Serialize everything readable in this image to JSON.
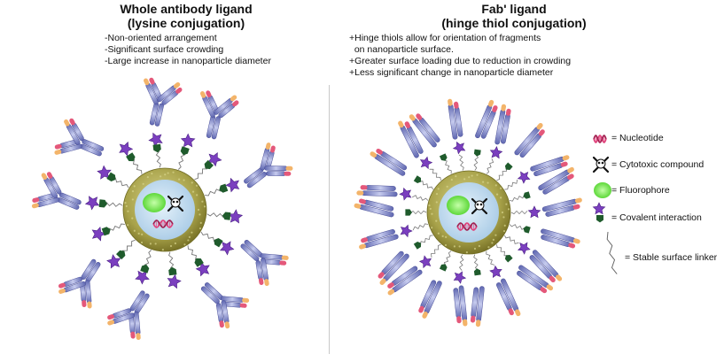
{
  "left_panel": {
    "title_line1": "Whole antibody ligand",
    "title_line2": "(lysine conjugation)",
    "bullets": [
      "-Non-oriented arrangement",
      "-Significant surface crowding",
      "-Large increase in nanoparticle diameter"
    ]
  },
  "right_panel": {
    "title_line1": "Fab' ligand",
    "title_line2": "(hinge thiol conjugation)",
    "bullets": [
      "+Hinge thiols allow for orientation of fragments",
      "  on nanoparticle surface.",
      "+Greater surface loading due to reduction in crowding",
      "+Less significant change in nanoparticle diameter"
    ]
  },
  "legend": [
    {
      "icon": "dna-icon",
      "label": "= Nucleotide"
    },
    {
      "icon": "skull-icon",
      "label": "= Cytotoxic compound"
    },
    {
      "icon": "fluorophore-icon",
      "label": "= Fluorophore"
    },
    {
      "icon": "pentagon-star-icon",
      "label": "= Covalent interaction"
    },
    {
      "icon": "linker-icon",
      "label": "= Stable surface linker"
    }
  ],
  "colors": {
    "shell": "#a8a24a",
    "core": "#c7dff0",
    "fluorophore": "#7ee35a",
    "star": "#7b3fbf",
    "linkage": "#1f5b2c",
    "antibody": "#7f86c4",
    "light_chain_tip": "#f0a080",
    "dna": "#e0407a"
  }
}
